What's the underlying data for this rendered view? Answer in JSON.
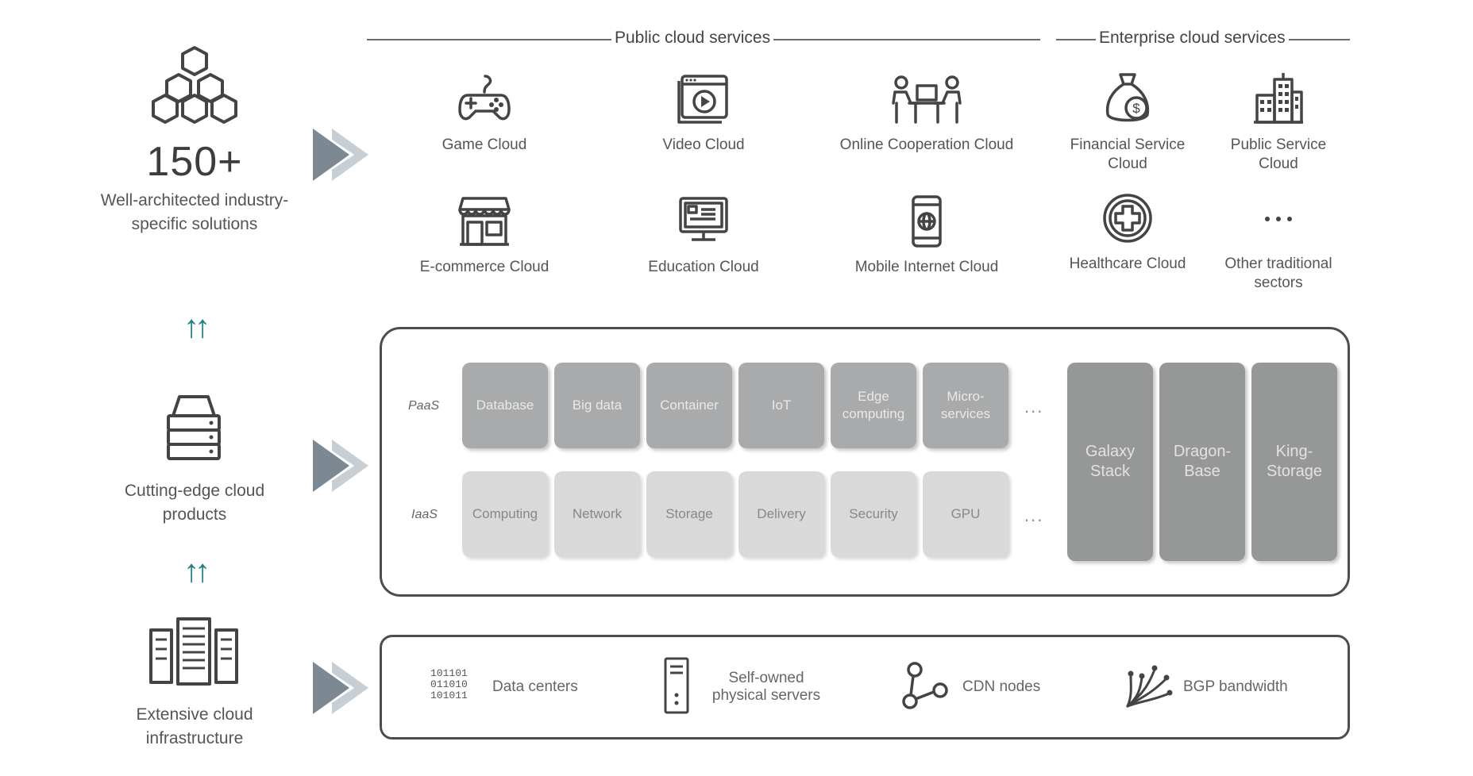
{
  "left": {
    "solutions_count": "150+",
    "solutions_text": [
      "Well-architected industry-",
      "specific solutions"
    ],
    "products_text": [
      "Cutting-edge cloud",
      "products"
    ],
    "infra_text": [
      "Extensive cloud",
      "infrastructure"
    ]
  },
  "headers": {
    "public": "Public cloud services",
    "enterprise": "Enterprise cloud services"
  },
  "public_services": [
    {
      "label": "Game Cloud",
      "icon": "gamepad-icon"
    },
    {
      "label": "Video Cloud",
      "icon": "video-icon"
    },
    {
      "label": "Online Cooperation Cloud",
      "icon": "meeting-icon"
    },
    {
      "label": "E-commerce Cloud",
      "icon": "storefront-icon"
    },
    {
      "label": "Education Cloud",
      "icon": "monitor-icon"
    },
    {
      "label": "Mobile Internet Cloud",
      "icon": "phone-icon"
    }
  ],
  "enterprise_services": [
    {
      "label": [
        "Financial Service",
        "Cloud"
      ],
      "icon": "money-bag-icon"
    },
    {
      "label": [
        "Public Service",
        "Cloud"
      ],
      "icon": "buildings-icon"
    },
    {
      "label": [
        "Healthcare Cloud"
      ],
      "icon": "medical-cross-icon"
    },
    {
      "label": [
        "Other traditional",
        "sectors"
      ],
      "icon": "ellipsis-icon"
    }
  ],
  "platform": {
    "paas_label": "PaaS",
    "iaas_label": "IaaS",
    "paas": [
      [
        "Database"
      ],
      [
        "Big data"
      ],
      [
        "Container"
      ],
      [
        "IoT"
      ],
      [
        "Edge",
        "computing"
      ],
      [
        "Micro-",
        "services"
      ]
    ],
    "iaas": [
      [
        "Computing"
      ],
      [
        "Network"
      ],
      [
        "Storage"
      ],
      [
        "Delivery"
      ],
      [
        "Security"
      ],
      [
        "GPU"
      ]
    ],
    "more": "...",
    "stacks": [
      [
        "Galaxy",
        "Stack"
      ],
      [
        "Dragon-",
        "Base"
      ],
      [
        "King-",
        "Storage"
      ]
    ]
  },
  "infrastructure": [
    {
      "label": [
        "Data centers"
      ],
      "icon": "binary-icon",
      "binary": [
        "101101",
        "011010",
        "101011"
      ]
    },
    {
      "label": [
        "Self-owned",
        "physical servers"
      ],
      "icon": "server-tower-icon"
    },
    {
      "label": [
        "CDN nodes"
      ],
      "icon": "network-nodes-icon"
    },
    {
      "label": [
        "BGP bandwidth"
      ],
      "icon": "bandwidth-icon"
    }
  ]
}
